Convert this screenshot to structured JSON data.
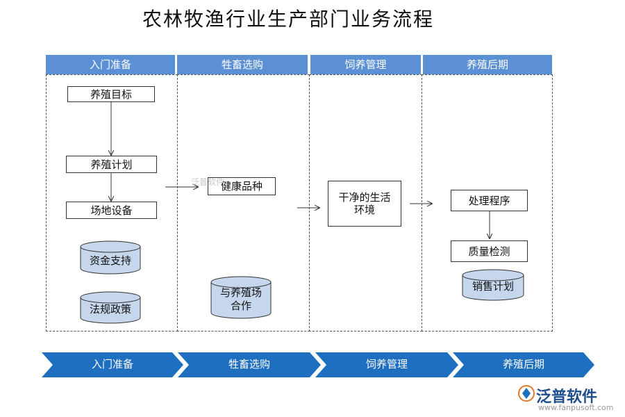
{
  "title": "农林牧渔行业生产部门业务流程",
  "lanes": [
    {
      "label": "入门准备"
    },
    {
      "label": "牲畜选购"
    },
    {
      "label": "饲养管理"
    },
    {
      "label": "养殖后期"
    }
  ],
  "nodes": {
    "breed_goal": "养殖目标",
    "breed_plan": "养殖计划",
    "site_equipment": "场地设备",
    "fund_support": "资金支持",
    "regulations": "法规政策",
    "healthy_breed": "健康品种",
    "farm_cooperation": "与养殖场合作",
    "clean_environment": "干净的生活环境",
    "process_procedure": "处理程序",
    "quality_check": "质量检测",
    "sales_plan": "销售计划"
  },
  "steps": [
    {
      "label": "入门准备"
    },
    {
      "label": "牲畜选购"
    },
    {
      "label": "饲养管理"
    },
    {
      "label": "养殖后期"
    }
  ],
  "watermark": "泛普软件",
  "logo": {
    "text": "泛普软件",
    "url": "www.fanpusoft.com"
  },
  "colors": {
    "header": "#5b91d4",
    "chevron": "#1f6fc0",
    "cylinder": "#c6d6ec"
  }
}
